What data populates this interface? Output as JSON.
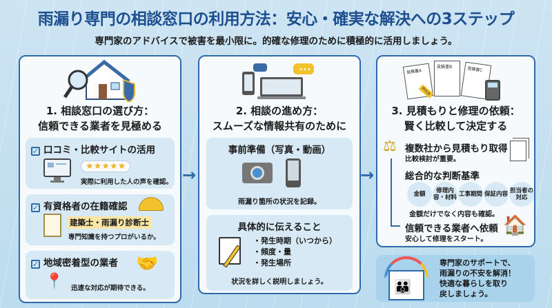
{
  "title": "雨漏り専門の相談窓口の利用方法：安心・確実な解決への3ステップ",
  "subtitle": "専門家のアドバイスで被害を最小限に。的確な修理のために積極的に活用しましょう。",
  "step1": {
    "title1": "1. 相談窓口の選び方：",
    "title2": "信頼できる業者を見極める",
    "items": [
      {
        "head": "口コミ・比較サイトの活用",
        "note": "実際に利用した人の声を確認。",
        "stars": "★★★★★"
      },
      {
        "head": "有資格者の在籍確認",
        "badge": "建築士・雨漏り診断士",
        "note": "専門知識を持つプロがいるか。"
      },
      {
        "head": "地域密着型の業者",
        "note": "迅速な対応が期待できる。"
      }
    ]
  },
  "step2": {
    "title1": "2. 相談の進め方：",
    "title2": "スムーズな情報共有のために",
    "prep": {
      "head": "事前準備（写真・動画）",
      "note": "雨漏り箇所の状況を記録。"
    },
    "detail": {
      "head": "具体的に伝えること",
      "bullets": [
        "・発生時期（いつから）",
        "・頻度・量",
        "・発生場所"
      ],
      "note": "状況を詳しく説明しましょう。"
    }
  },
  "step3": {
    "title1": "3. 見積もりと修理の依頼：",
    "title2": "賢く比較して決定する",
    "docs": [
      "見積書A",
      "見積書B",
      "見積書C"
    ],
    "price_tag": "Price",
    "multi": {
      "head": "複数社から見積もり取得",
      "note": "比較検討が重要。"
    },
    "criteria": {
      "head": "総合的な判断基準",
      "items": [
        "金額",
        "修理内容・材料",
        "工事期間",
        "保証内容",
        "担当者の対応"
      ],
      "note": "金額だけでなく内容も確認。"
    },
    "request": {
      "head": "信頼できる業者へ依頼",
      "note": "安心して修理をスタート。"
    }
  },
  "closing": [
    "専門家のサポートで、",
    "雨漏りの不安を解消！",
    "快適な暮らしを取り",
    "戻しましょう。"
  ]
}
